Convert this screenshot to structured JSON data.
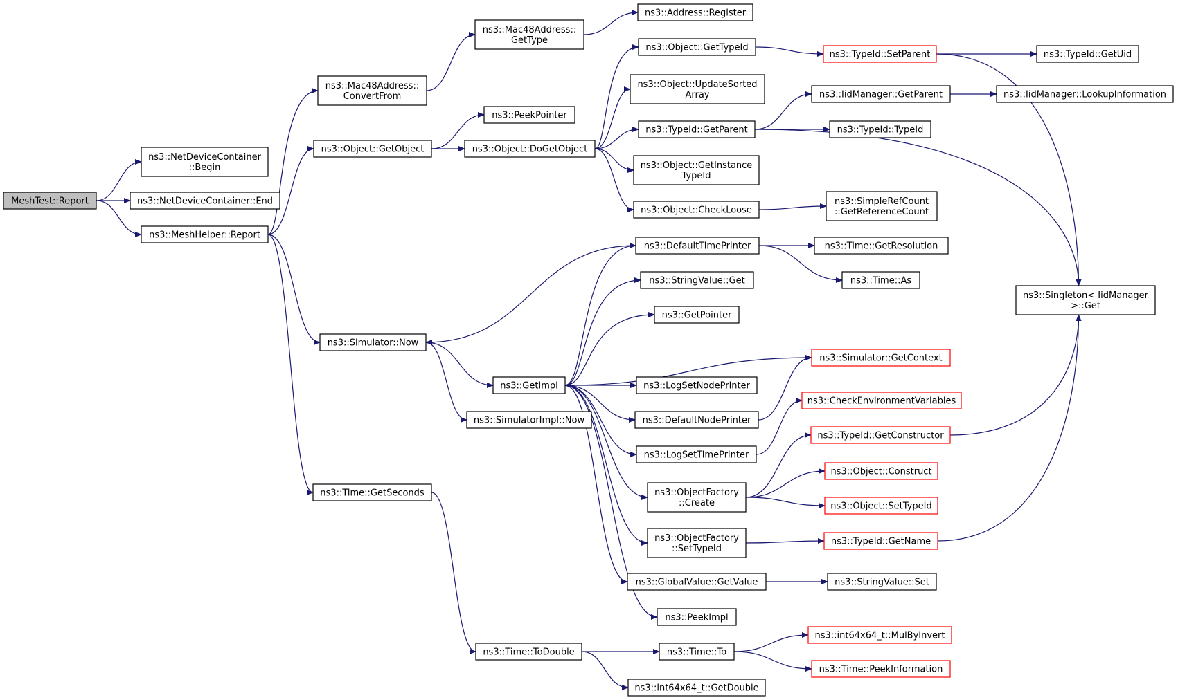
{
  "colors": {
    "edge": "#191970",
    "border": "#000000",
    "border_truncated": "#ff0000",
    "root_fill": "#bfbfbf",
    "node_fill": "#ffffff",
    "text": "#000000"
  },
  "nodes": [
    {
      "id": "meshtest_report",
      "lines": [
        "MeshTest::Report"
      ],
      "root": true
    },
    {
      "id": "ndc_begin",
      "lines": [
        "ns3::NetDeviceContainer",
        "::Begin"
      ]
    },
    {
      "id": "ndc_end",
      "lines": [
        "ns3::NetDeviceContainer::End"
      ]
    },
    {
      "id": "meshhelper_report",
      "lines": [
        "ns3::MeshHelper::Report"
      ]
    },
    {
      "id": "mac48_convertfrom",
      "lines": [
        "ns3::Mac48Address::",
        "ConvertFrom"
      ]
    },
    {
      "id": "mac48_gettype",
      "lines": [
        "ns3::Mac48Address::",
        "GetType"
      ]
    },
    {
      "id": "address_register",
      "lines": [
        "ns3::Address::Register"
      ]
    },
    {
      "id": "peekpointer",
      "lines": [
        "ns3::PeekPointer"
      ]
    },
    {
      "id": "object_getobject",
      "lines": [
        "ns3::Object::GetObject"
      ]
    },
    {
      "id": "object_dogetobject",
      "lines": [
        "ns3::Object::DoGetObject"
      ]
    },
    {
      "id": "object_gettypeid",
      "lines": [
        "ns3::Object::GetTypeId"
      ]
    },
    {
      "id": "typeid_setparent",
      "lines": [
        "ns3::TypeId::SetParent"
      ],
      "truncated": true
    },
    {
      "id": "typeid_getuid",
      "lines": [
        "ns3::TypeId::GetUid"
      ]
    },
    {
      "id": "object_updatesortedarray",
      "lines": [
        "ns3::Object::UpdateSorted",
        "Array"
      ]
    },
    {
      "id": "iidmanager_getparent",
      "lines": [
        "ns3::IidManager::GetParent"
      ]
    },
    {
      "id": "iidmanager_lookupinformation",
      "lines": [
        "ns3::IidManager::LookupInformation"
      ]
    },
    {
      "id": "typeid_getparent",
      "lines": [
        "ns3::TypeId::GetParent"
      ]
    },
    {
      "id": "typeid_typeid",
      "lines": [
        "ns3::TypeId::TypeId"
      ]
    },
    {
      "id": "object_getinstancetypeid",
      "lines": [
        "ns3::Object::GetInstance",
        "TypeId"
      ]
    },
    {
      "id": "object_checkloose",
      "lines": [
        "ns3::Object::CheckLoose"
      ]
    },
    {
      "id": "simplerefcount_getreferencecount",
      "lines": [
        "ns3::SimpleRefCount",
        "::GetReferenceCount"
      ]
    },
    {
      "id": "singleton_get",
      "lines": [
        "ns3::Singleton< IidManager",
        ">::Get"
      ]
    },
    {
      "id": "defaulttimeprinter",
      "lines": [
        "ns3::DefaultTimePrinter"
      ]
    },
    {
      "id": "time_getresolution",
      "lines": [
        "ns3::Time::GetResolution"
      ]
    },
    {
      "id": "time_as",
      "lines": [
        "ns3::Time::As"
      ]
    },
    {
      "id": "stringvalue_get",
      "lines": [
        "ns3::StringValue::Get"
      ]
    },
    {
      "id": "getpointer",
      "lines": [
        "ns3::GetPointer"
      ]
    },
    {
      "id": "simulator_now",
      "lines": [
        "ns3::Simulator::Now"
      ]
    },
    {
      "id": "simulator_getcontext",
      "lines": [
        "ns3::Simulator::GetContext"
      ],
      "truncated": true
    },
    {
      "id": "getimpl",
      "lines": [
        "ns3::GetImpl"
      ]
    },
    {
      "id": "logsetnodeprinter",
      "lines": [
        "ns3::LogSetNodePrinter"
      ]
    },
    {
      "id": "defaultnodeprinter",
      "lines": [
        "ns3::DefaultNodePrinter"
      ]
    },
    {
      "id": "checkenvironmentvariables",
      "lines": [
        "ns3::CheckEnvironmentVariables"
      ],
      "truncated": true
    },
    {
      "id": "simulatorimpl_now",
      "lines": [
        "ns3::SimulatorImpl::Now"
      ]
    },
    {
      "id": "typeid_getconstructor",
      "lines": [
        "ns3::TypeId::GetConstructor"
      ],
      "truncated": true
    },
    {
      "id": "logsettimeprinter",
      "lines": [
        "ns3::LogSetTimePrinter"
      ]
    },
    {
      "id": "object_construct",
      "lines": [
        "ns3::Object::Construct"
      ],
      "truncated": true
    },
    {
      "id": "objectfactory_create",
      "lines": [
        "ns3::ObjectFactory",
        "::Create"
      ]
    },
    {
      "id": "time_getseconds",
      "lines": [
        "ns3::Time::GetSeconds"
      ]
    },
    {
      "id": "object_settypeid",
      "lines": [
        "ns3::Object::SetTypeId"
      ],
      "truncated": true
    },
    {
      "id": "objectfactory_settypeid",
      "lines": [
        "ns3::ObjectFactory",
        "::SetTypeId"
      ]
    },
    {
      "id": "typeid_getname",
      "lines": [
        "ns3::TypeId::GetName"
      ],
      "truncated": true
    },
    {
      "id": "globalvalue_getvalue",
      "lines": [
        "ns3::GlobalValue::GetValue"
      ]
    },
    {
      "id": "stringvalue_set",
      "lines": [
        "ns3::StringValue::Set"
      ]
    },
    {
      "id": "peekimpl",
      "lines": [
        "ns3::PeekImpl"
      ]
    },
    {
      "id": "int64x64_mulbyinvert",
      "lines": [
        "ns3::int64x64_t::MulByInvert"
      ],
      "truncated": true
    },
    {
      "id": "time_todouble",
      "lines": [
        "ns3::Time::ToDouble"
      ]
    },
    {
      "id": "time_to",
      "lines": [
        "ns3::Time::To"
      ]
    },
    {
      "id": "time_peekinformation",
      "lines": [
        "ns3::Time::PeekInformation"
      ],
      "truncated": true
    },
    {
      "id": "int64x64_getdouble",
      "lines": [
        "ns3::int64x64_t::GetDouble"
      ]
    }
  ],
  "edges": [
    [
      "meshtest_report",
      "ndc_begin"
    ],
    [
      "meshtest_report",
      "ndc_end"
    ],
    [
      "meshtest_report",
      "meshhelper_report"
    ],
    [
      "meshhelper_report",
      "mac48_convertfrom"
    ],
    [
      "meshhelper_report",
      "object_getobject"
    ],
    [
      "meshhelper_report",
      "simulator_now"
    ],
    [
      "meshhelper_report",
      "time_getseconds"
    ],
    [
      "mac48_convertfrom",
      "mac48_gettype"
    ],
    [
      "mac48_gettype",
      "address_register"
    ],
    [
      "object_getobject",
      "peekpointer"
    ],
    [
      "object_getobject",
      "object_dogetobject"
    ],
    [
      "object_dogetobject",
      "object_gettypeid"
    ],
    [
      "object_dogetobject",
      "object_updatesortedarray"
    ],
    [
      "object_dogetobject",
      "typeid_getparent"
    ],
    [
      "object_dogetobject",
      "object_getinstancetypeid"
    ],
    [
      "object_dogetobject",
      "object_checkloose"
    ],
    [
      "object_gettypeid",
      "typeid_setparent"
    ],
    [
      "typeid_setparent",
      "typeid_getuid"
    ],
    [
      "typeid_setparent",
      "singleton_get"
    ],
    [
      "typeid_getparent",
      "iidmanager_getparent"
    ],
    [
      "typeid_getparent",
      "typeid_typeid"
    ],
    [
      "typeid_getparent",
      "singleton_get"
    ],
    [
      "iidmanager_getparent",
      "iidmanager_lookupinformation"
    ],
    [
      "object_checkloose",
      "simplerefcount_getreferencecount"
    ],
    [
      "simulator_now",
      "getimpl"
    ],
    [
      "simulator_now",
      "simulatorimpl_now"
    ],
    [
      "defaulttimeprinter",
      "simulator_now"
    ],
    [
      "defaulttimeprinter",
      "time_getresolution"
    ],
    [
      "defaulttimeprinter",
      "time_as"
    ],
    [
      "getimpl",
      "defaulttimeprinter"
    ],
    [
      "getimpl",
      "stringvalue_get"
    ],
    [
      "getimpl",
      "getpointer"
    ],
    [
      "getimpl",
      "logsetnodeprinter"
    ],
    [
      "getimpl",
      "defaultnodeprinter"
    ],
    [
      "getimpl",
      "logsettimeprinter"
    ],
    [
      "getimpl",
      "objectfactory_create"
    ],
    [
      "getimpl",
      "objectfactory_settypeid"
    ],
    [
      "getimpl",
      "globalvalue_getvalue"
    ],
    [
      "getimpl",
      "peekimpl"
    ],
    [
      "simulator_getcontext",
      "getimpl"
    ],
    [
      "defaultnodeprinter",
      "simulator_getcontext"
    ],
    [
      "logsettimeprinter",
      "checkenvironmentvariables"
    ],
    [
      "objectfactory_create",
      "typeid_getconstructor"
    ],
    [
      "objectfactory_create",
      "object_construct"
    ],
    [
      "objectfactory_create",
      "object_settypeid"
    ],
    [
      "typeid_getconstructor",
      "singleton_get"
    ],
    [
      "objectfactory_settypeid",
      "typeid_getname"
    ],
    [
      "typeid_getname",
      "singleton_get"
    ],
    [
      "globalvalue_getvalue",
      "stringvalue_set"
    ],
    [
      "time_getseconds",
      "time_todouble"
    ],
    [
      "time_todouble",
      "time_to"
    ],
    [
      "time_todouble",
      "int64x64_getdouble"
    ],
    [
      "time_to",
      "int64x64_mulbyinvert"
    ],
    [
      "time_to",
      "time_peekinformation"
    ]
  ]
}
